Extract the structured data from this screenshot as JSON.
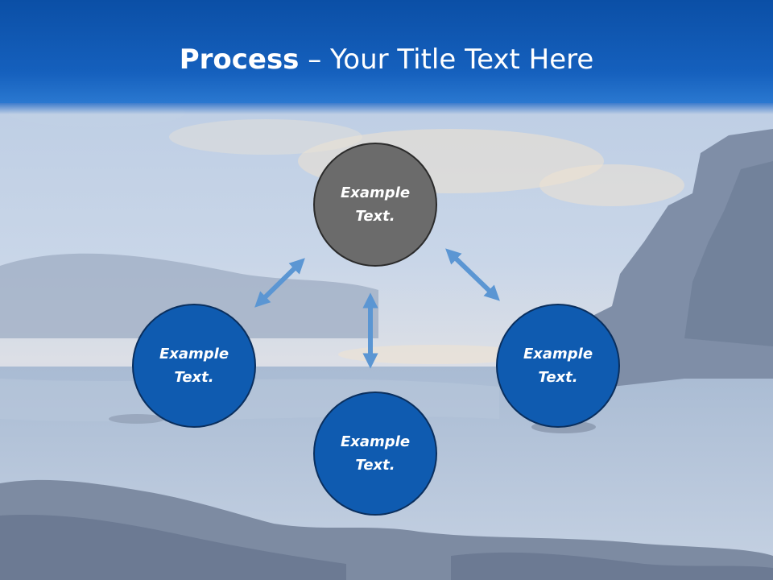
{
  "slide": {
    "title_strong": "Process",
    "title_rest": " – Your Title Text Here",
    "nodes": [
      {
        "line1": "Example",
        "line2": "Text."
      },
      {
        "line1": "Example",
        "line2": "Text."
      },
      {
        "line1": "Example",
        "line2": "Text."
      },
      {
        "line1": "Example",
        "line2": "Text."
      }
    ]
  },
  "colors": {
    "title_bar": "#1560bd",
    "node_blue": "#0f5bb0",
    "node_gray": "#6b6b6b",
    "arrow": "#5b96d3"
  },
  "icons": [
    "double-arrow-icon"
  ]
}
